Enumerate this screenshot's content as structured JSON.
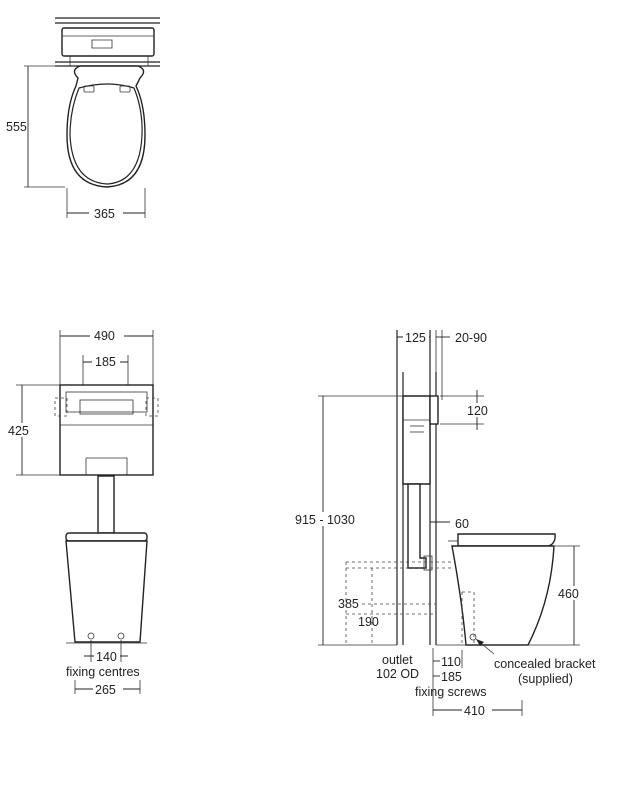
{
  "plan_view": {
    "depth": "555",
    "width": "365"
  },
  "front_view": {
    "cistern_width": "490",
    "flush_plate_width": "185",
    "cistern_height": "425",
    "fixing_centres_value": "140",
    "fixing_centres_label": "fixing centres",
    "base_width": "265"
  },
  "side_view": {
    "frame_depth": "125",
    "wall_gap": "20-90",
    "button_height": "120",
    "cistern_range": "915 - 1030",
    "pipe_offset": "60",
    "height_385": "385",
    "height_190": "190",
    "bowl_height": "460",
    "outlet_label": "outlet",
    "outlet_size": "102 OD",
    "dim_110": "110",
    "dim_185": "185",
    "fixing_screws_label": "fixing screws",
    "overall_depth": "410",
    "bracket_label_1": "concealed bracket",
    "bracket_label_2": "(supplied)"
  }
}
